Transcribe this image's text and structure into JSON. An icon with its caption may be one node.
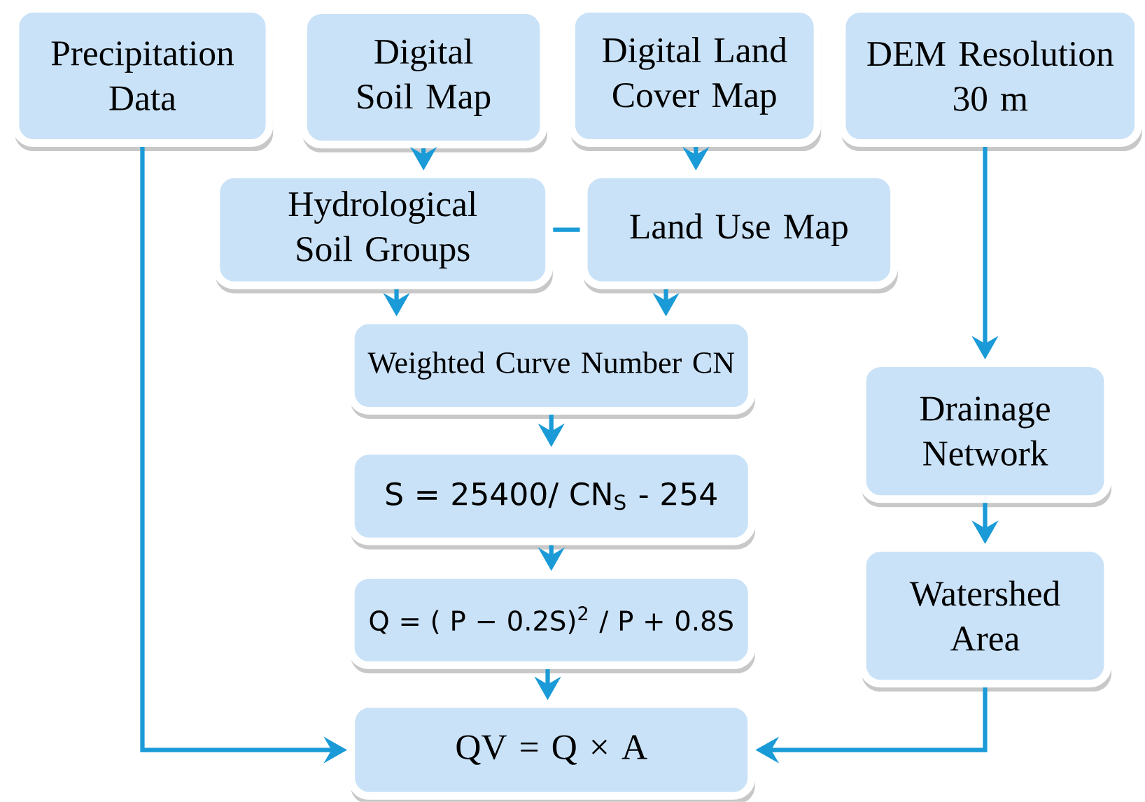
{
  "diagram": {
    "nodes": [
      {
        "text": [
          "Precipitation Data"
        ]
      },
      {
        "text": [
          "Digital Soil Map"
        ]
      },
      {
        "text": [
          "Digital Land Cover Map"
        ]
      },
      {
        "text": [
          "DEM Resolution 30 m"
        ]
      },
      {
        "text": [
          "Hydrological Soil Groups"
        ]
      },
      {
        "text": [
          "Land Use Map"
        ]
      },
      {
        "text": [
          "Weighted Curve Number CN"
        ]
      },
      {
        "text": [
          "S = 25400/ CN$_{S}$ - 254"
        ]
      },
      {
        "text": [
          "Q = ( P − 0.2S)$^{2}$ / P + 0.8S"
        ]
      },
      {
        "text": [
          "QV = Q × A"
        ]
      },
      {
        "text": [
          "Drainage Network"
        ]
      },
      {
        "text": [
          "Watershed Area"
        ]
      }
    ],
    "edges": [
      {
        "from": 1,
        "to": 4,
        "arrow": "to"
      },
      {
        "from": 2,
        "to": 5,
        "arrow": "to"
      },
      {
        "from": 4,
        "to": 5,
        "arrow": "none"
      },
      {
        "from": 4,
        "to": 6,
        "arrow": "to"
      },
      {
        "from": 5,
        "to": 6,
        "arrow": "to"
      },
      {
        "from": 6,
        "to": 7,
        "arrow": "to"
      },
      {
        "from": 7,
        "to": 8,
        "arrow": "to"
      },
      {
        "from": 8,
        "to": 9,
        "arrow": "to"
      },
      {
        "from": 0,
        "to": 9,
        "arrow": "to"
      },
      {
        "from": 3,
        "to": 10,
        "arrow": "to"
      },
      {
        "from": 10,
        "to": 11,
        "arrow": "to"
      },
      {
        "from": 11,
        "to": 9,
        "arrow": "to"
      }
    ]
  }
}
